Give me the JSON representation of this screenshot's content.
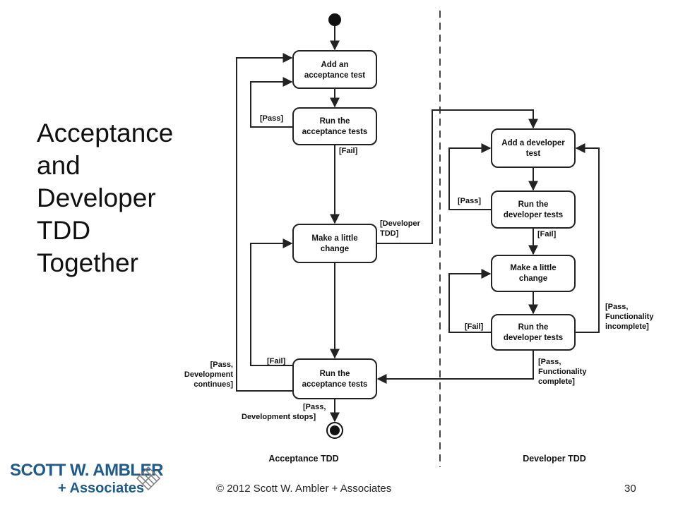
{
  "title_lines": [
    "Acceptance",
    "and",
    "Developer",
    "TDD",
    "Together"
  ],
  "diagram": {
    "nodes": {
      "add_acceptance": [
        "Add an",
        "acceptance test"
      ],
      "run_acceptance_1": [
        "Run the",
        "acceptance tests"
      ],
      "make_change_1": [
        "Make a little",
        "change"
      ],
      "run_acceptance_2": [
        "Run the",
        "acceptance tests"
      ],
      "add_developer": [
        "Add a developer",
        "test"
      ],
      "run_developer_1": [
        "Run the",
        "developer tests"
      ],
      "make_change_2": [
        "Make a little",
        "change"
      ],
      "run_developer_2": [
        "Run the",
        "developer tests"
      ]
    },
    "guards": {
      "pass_1": "[Pass]",
      "fail_1": "[Fail]",
      "developer_tdd": [
        "[Developer",
        "TDD]"
      ],
      "pass_dev_continues": [
        "[Pass,",
        "Development",
        "continues]"
      ],
      "fail_2": "[Fail]",
      "pass_dev_stops": [
        "[Pass,",
        "Development stops]"
      ],
      "pass_dev": "[Pass]",
      "fail_dev_1": "[Fail]",
      "fail_dev_2": "[Fail]",
      "pass_incomplete": [
        "[Pass,",
        "Functionality",
        "incomplete]"
      ],
      "pass_complete": [
        "[Pass,",
        "Functionality",
        "complete]"
      ]
    },
    "lanes": {
      "left": "Acceptance TDD",
      "right": "Developer TDD"
    }
  },
  "footer": {
    "copyright": "© 2012 Scott W. Ambler + Associates",
    "page_number": "30"
  },
  "logo": {
    "line1": "SCOTT W. AMBLER",
    "line2": "+ Associates"
  }
}
